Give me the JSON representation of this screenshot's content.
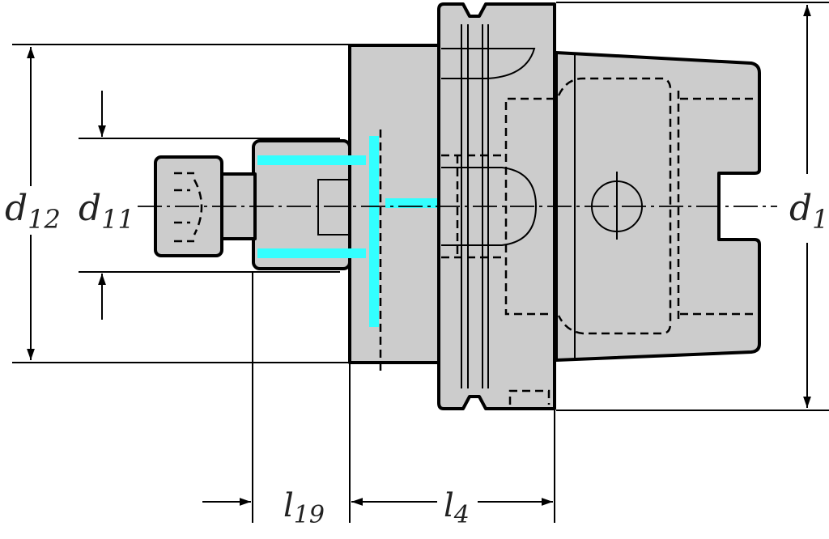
{
  "drawing": {
    "labels": {
      "d12": {
        "main": "d",
        "sub": "12"
      },
      "d11": {
        "main": "d",
        "sub": "11"
      },
      "d1": {
        "main": "d",
        "sub": "1"
      },
      "l19": {
        "main": "l",
        "sub": "19"
      },
      "l4": {
        "main": "l",
        "sub": "4"
      }
    },
    "colors": {
      "body": "#cccccc",
      "highlight": "#33ffff",
      "line": "#000000"
    }
  }
}
